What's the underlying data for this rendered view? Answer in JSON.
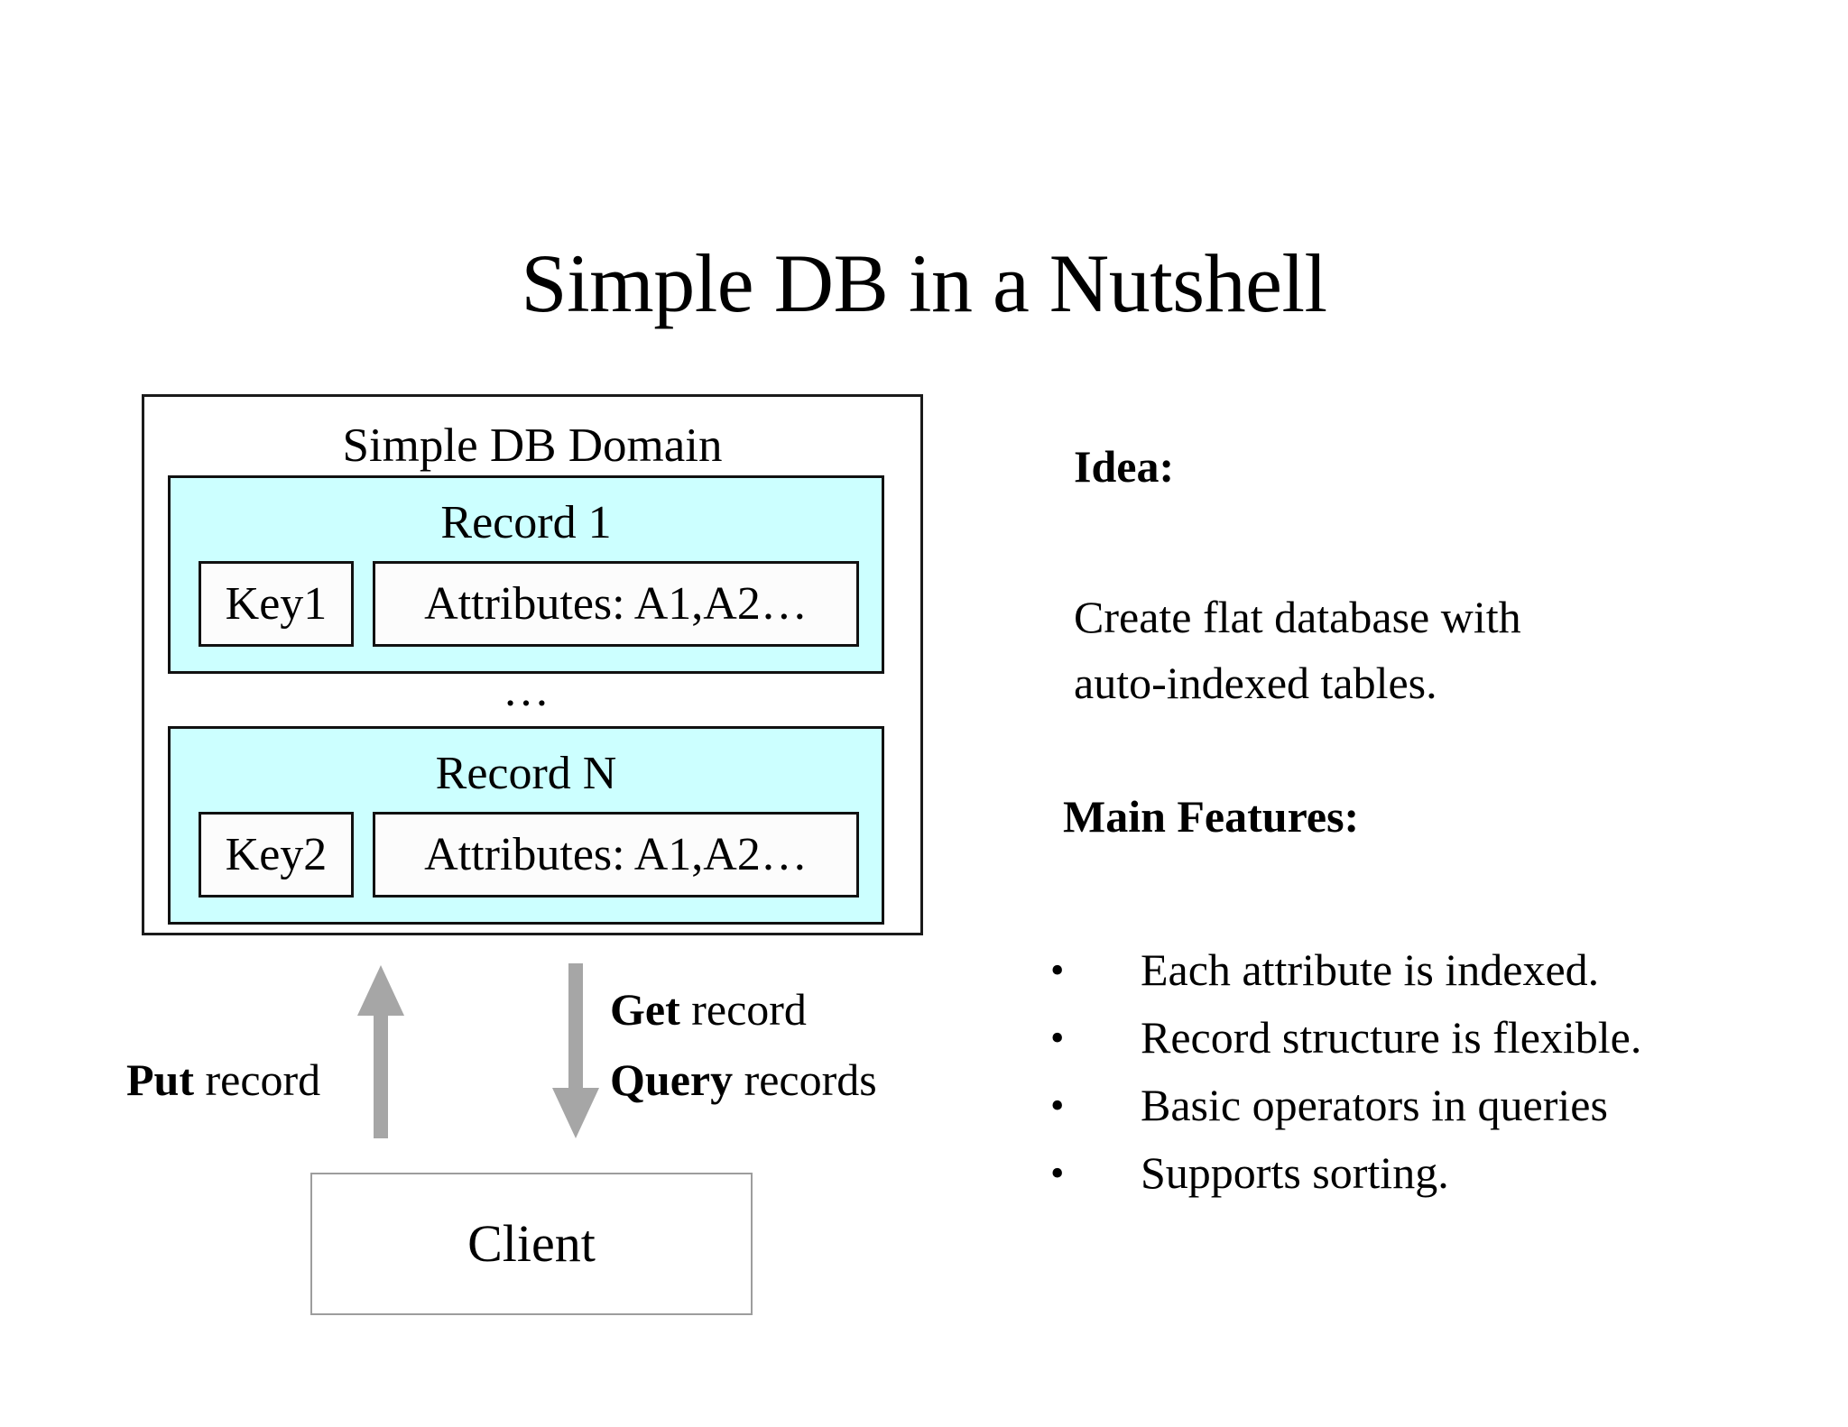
{
  "slide": {
    "title": "Simple DB in a Nutshell"
  },
  "diagram": {
    "domain_label": "Simple DB Domain",
    "ellipsis": "…",
    "records": [
      {
        "title": "Record 1",
        "key": "Key1",
        "attributes": "Attributes: A1,A2…"
      },
      {
        "title": "Record N",
        "key": "Key2",
        "attributes": "Attributes: A1,A2…"
      }
    ],
    "arrows": {
      "put": {
        "direction": "up",
        "label_bold": "Put",
        "label_rest": " record",
        "color": "#a6a6a6"
      },
      "get": {
        "direction": "down",
        "label_bold": "Get",
        "label_rest": " record",
        "color": "#a6a6a6"
      },
      "query": {
        "label_bold": "Query",
        "label_rest": " records"
      }
    },
    "client_label": "Client",
    "colors": {
      "record_fill": "#ccffff",
      "box_border": "#111111",
      "arrow_gray": "#a6a6a6",
      "client_border": "#9d9d9d"
    }
  },
  "notes": {
    "idea_heading": "Idea:",
    "idea_lines": [
      "Create flat database with",
      "auto-indexed tables."
    ],
    "features_heading": "Main Features:",
    "bullet_glyph": "•",
    "features": [
      "Each attribute is indexed.",
      "Record structure is flexible.",
      "Basic operators in queries",
      "Supports sorting."
    ]
  }
}
